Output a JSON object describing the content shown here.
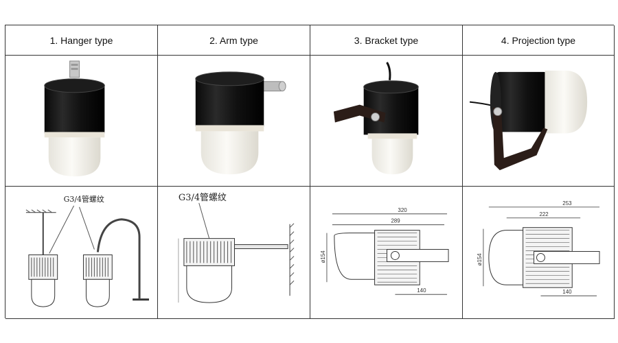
{
  "table": {
    "headers": [
      "1. Hanger type",
      "2. Arm type",
      "3. Bracket type",
      "4. Projection type"
    ]
  },
  "drawings": {
    "hanger": {
      "thread_label": "G3/4管螺纹"
    },
    "arm": {
      "thread_label": "G3/4管螺纹"
    },
    "bracket": {
      "dim_total": "320",
      "dim_body": "289",
      "dim_mount": "140",
      "dim_dia": "ø154"
    },
    "projection": {
      "dim_total": "253",
      "dim_body": "222",
      "dim_mount": "140",
      "dim_dia": "ø154"
    }
  },
  "colors": {
    "grid_line": "#333333",
    "fixture_body": "#1a1a1a",
    "diffuser": "#f0efe9",
    "bracket_metal": "#2b1d18"
  }
}
